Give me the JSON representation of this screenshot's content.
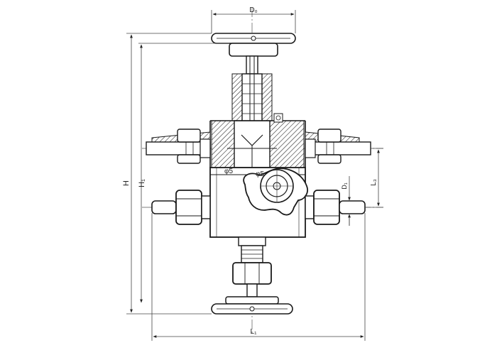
{
  "labels": {
    "D0": "D₀",
    "H": "H",
    "H1": "H₁",
    "L1": "L₁",
    "L3": "L₃",
    "D1": "D₁",
    "angle_left": "φ5",
    "angle_right": "φ5"
  }
}
